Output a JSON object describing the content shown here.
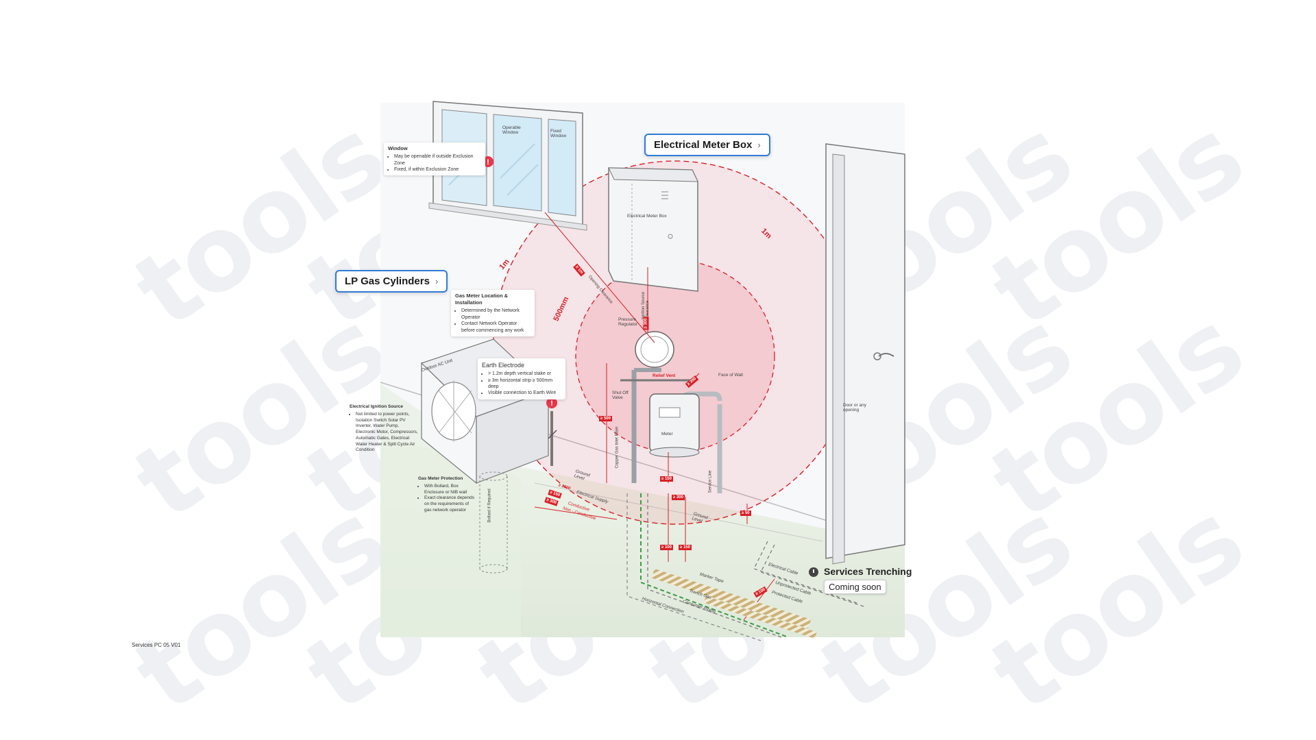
{
  "watermark": "tools",
  "colors": {
    "accent": "#2f7bd6",
    "zone": "#e8364a",
    "danger": "#d81f26",
    "ground": "#e6efe1"
  },
  "callouts": {
    "electrical_meter_box": "Electrical Meter Box",
    "lp_gas_cylinders": "LP Gas Cylinders"
  },
  "zones": {
    "outer": "1m",
    "outer_right": "1m",
    "inner": "500mm"
  },
  "window_note": {
    "title": "Window",
    "items": [
      "May be openable if outside Exclusion Zone",
      "Fixed, if within Exclusion Zone"
    ]
  },
  "window_labels": {
    "operable": "Operable Window",
    "fixed": "Fixed Window"
  },
  "gas_meter_note": {
    "title": "Gas Meter Location & Installation",
    "items": [
      "Determined by the Network Operator",
      "Contact Network Operator before commencing any work"
    ]
  },
  "earth_note": {
    "title": "Earth Electrode",
    "items": [
      "> 1.2m depth vertical stake or",
      "≥ 3m horizontal strip ≥ 500mm deep",
      "Visible connection to Earth Wire"
    ]
  },
  "ignition_note": {
    "title": "Electrical Ignition Source",
    "items": [
      "Not limited to power points, Isolation Switch Solar PV Inverter, Water Pump, Electronic Motor, Compressors, Automatic Gates, Electrical Water Heater & Split Cycle Air Condition"
    ]
  },
  "protection_note": {
    "title": "Gas Meter Protection",
    "items": [
      "With Bollard, Box Enclosure or NIB wall",
      "Exact clearance depends on the requirements of gas network operator"
    ]
  },
  "labels": {
    "meter_box": "Electrical Meter Box",
    "ac_unit": "Outdoor AC Unit",
    "pressure_regulator": "Pressure Regulator",
    "relief_vent": "Relief Vent",
    "face_of_wall": "Face of Wall",
    "shut_off": "Shut Off Valve",
    "meter": "Meter",
    "riser": "Copper Gas Inlet Riser",
    "service_line": "Service Line",
    "door": "Door or any opening",
    "ground_level_1": "Ground Level",
    "ground_level_2": "Ground Level",
    "bollard": "Bollard if Required",
    "opening_clearance": "Opening Clearance",
    "ignition_clearance": "Ignition Source Clearance",
    "electrical_supply": "Electrical Supply",
    "conductive": "Conductive",
    "non_conductive": "Non - Conductive",
    "marker_tape": "Marker Tape",
    "trench_gas": "Trench Gas",
    "consumer_piping": "Consumer Piping",
    "horizontal_connection": "Horizontal Connection",
    "electrical_cable": "Electrical Cable",
    "unprotected_cable": "Unprotected Cable",
    "protected_cable": "Protected Cable"
  },
  "dims": {
    "d_1m": "≥ 1m",
    "d_300_ign": "≥ 300",
    "d_500": "≥ 500",
    "d_150": "≥ 150",
    "d_300_vent": "≥ 300",
    "d_1000": "≥ 1000",
    "d_150b": "≥ 150",
    "d_300b": "≥ 300",
    "d_50": "≥ 50",
    "d_100": "≥ 100",
    "d_150c": "≥ 150",
    "d_300c": "≥ 300",
    "d_100b": "≥ 100"
  },
  "trenching": {
    "title": "Services Trenching",
    "status": "Coming soon"
  },
  "footer": "Services PC 05 V01"
}
